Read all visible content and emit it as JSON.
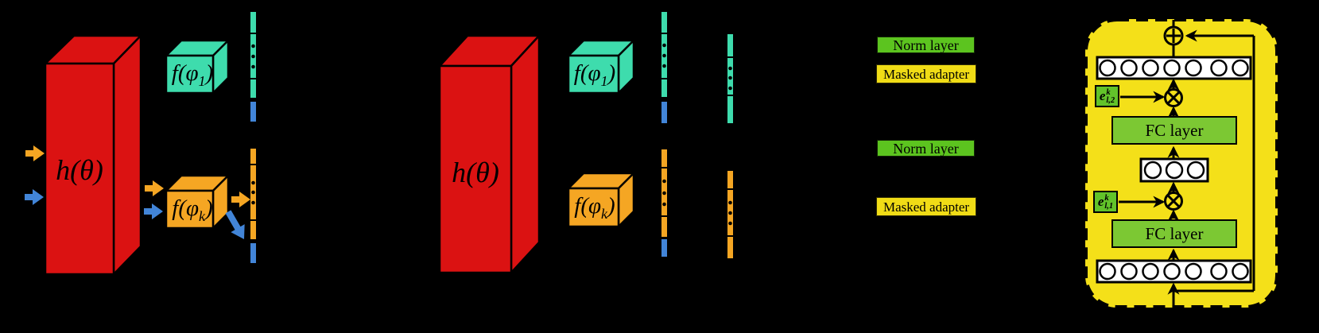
{
  "colors": {
    "red": "#DB1212",
    "cyan": "#3EDCAD",
    "orange": "#F5A623",
    "blue": "#4285D8",
    "yellow": "#F4E019",
    "masked_yellow": "#F0DC16",
    "norm_green": "#5CC41F",
    "fc_green": "#7CC833",
    "ebox_green": "#62C32A",
    "white": "#FFFFFF",
    "black": "#000000"
  },
  "left_panel": {
    "backbone": "h(θ)",
    "expert_top": {
      "pre": "f(φ",
      "sub": "1",
      "post": ")"
    },
    "expert_bottom": {
      "pre": "f(φ",
      "sub": "k",
      "post": ")"
    }
  },
  "middle_panel": {
    "backbone": "h(θ)",
    "expert_top": {
      "pre": "f(φ",
      "sub": "1",
      "post": ")"
    },
    "expert_bottom": {
      "pre": "f(φ",
      "sub": "k",
      "post": ")"
    }
  },
  "legend": {
    "norm_top": "Norm layer",
    "masked_top": "Masked adapter",
    "norm_bottom": "Norm layer",
    "masked_bottom": "Masked adapter"
  },
  "adapter": {
    "fc_top": "FC layer",
    "fc_bottom": "FC layer",
    "embed_top": {
      "base": "e",
      "sup": "k",
      "sub": "l,2"
    },
    "embed_bottom": {
      "base": "e",
      "sup": "k",
      "sub": "l,1"
    }
  }
}
